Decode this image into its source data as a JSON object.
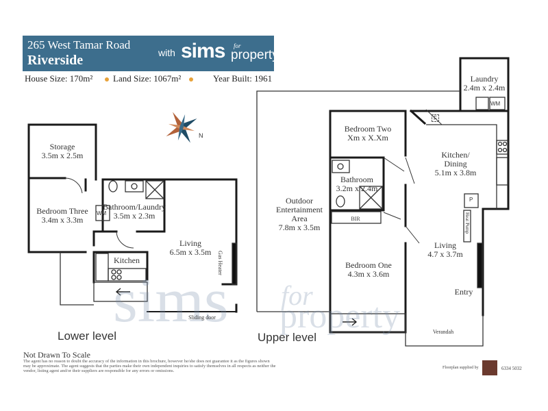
{
  "header": {
    "address": "265 West Tamar Road",
    "suburb": "Riverside",
    "brand_with": "with",
    "brand_sims": "sims",
    "brand_for": "for",
    "brand_property": "property",
    "house_size": "House Size: 170m²",
    "land_size": "Land Size: 1067m²",
    "year_built": "Year Built: 1961"
  },
  "colors": {
    "banner": "#3d6e8d",
    "accent_dot": "#e8a23a",
    "compass": "#b2623a"
  },
  "icons": {
    "compass": "compass-rose-icon"
  },
  "compass_label": "N",
  "rooms": {
    "storage": {
      "name": "Storage",
      "dims": "3.5m x 2.5m"
    },
    "bedroom_three": {
      "name": "Bedroom Three",
      "dims": "3.4m x 3.3m"
    },
    "bathroom_laundry": {
      "name": "Bathroom/Laundry",
      "dims": "3.5m x 2.3m"
    },
    "living_lower": {
      "name": "Living",
      "dims": "6.5m x 3.5m"
    },
    "kitchen_lower": {
      "name": "Kitchen"
    },
    "outdoor": {
      "name": "Outdoor",
      "name2": "Entertainment",
      "name3": "Area",
      "dims": "7.8m x 3.5m"
    },
    "bedroom_two": {
      "name": "Bedroom Two",
      "dims": "Xm x X.Xm"
    },
    "bathroom_upper": {
      "name": "Bathroom",
      "dims": "3.2m x 2.4m"
    },
    "bedroom_one": {
      "name": "Bedroom One",
      "dims": "4.3m x 3.6m"
    },
    "laundry": {
      "name": "Laundry",
      "dims": "2.4m x 2.4m"
    },
    "kitchen_dining": {
      "name": "Kitchen/",
      "name2": "Dining",
      "dims": "5.1m x 3.8m"
    },
    "living_upper": {
      "name": "Living",
      "dims": "4.7 x 3.7m"
    }
  },
  "fixtures": {
    "wm": "WM",
    "bir": "BIR",
    "fridge": "F",
    "pantry": "P",
    "gas_heater": "Gas Heater",
    "heat_pump": "Heat Pump",
    "sliding_door": "Sliding door",
    "entry": "Entry",
    "verandah": "Verandah"
  },
  "levels": {
    "lower": "Lower level",
    "upper": "Upper level"
  },
  "footer": {
    "not_to_scale": "Not Drawn To Scale",
    "disclaimer": "The agent has no reason to doubt the accuracy of the information in this brochure, however he/she does not guarantee it as the figures shown may be approximate. The agent suggests that the parties make their own independent inquiries to satisfy themselves in all respects as neither the vendor, listing agent and/or their suppliers are responsible for any errors or omissions.",
    "credit": "Floorplan supplied by",
    "phone": "6334 5032"
  },
  "watermark": {
    "sims": "sims",
    "for": "for",
    "property": "property"
  }
}
